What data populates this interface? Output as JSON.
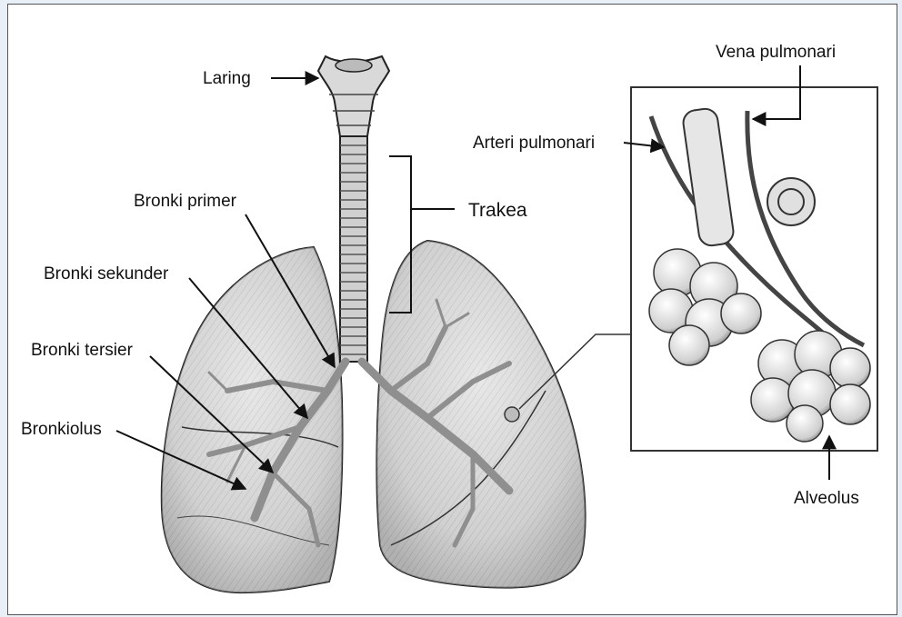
{
  "labels": {
    "laring": "Laring",
    "trakea": "Trakea",
    "bronki_primer": "Bronki primer",
    "bronki_sekunder": "Bronki sekunder",
    "bronki_tersier": "Bronki tersier",
    "bronkiolus": "Bronkiolus",
    "vena_pulmonari": "Vena pulmonari",
    "arteri_pulmonari": "Arteri pulmonari",
    "alveolus": "Alveolus"
  },
  "colors": {
    "page_background": "#e9eff6",
    "figure_background": "#ffffff",
    "line": "#1a1a1a",
    "lung_fill": "#d6d6d6",
    "airway_fill": "#bdbdbd"
  }
}
